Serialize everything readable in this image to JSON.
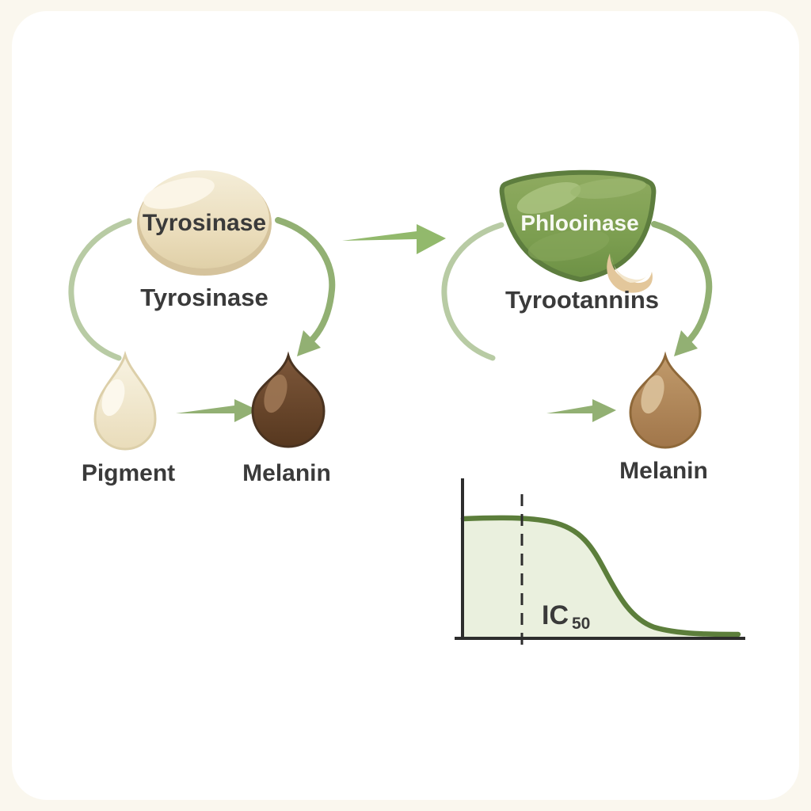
{
  "left_panel": {
    "enzyme_label": "Tyrosinase",
    "pathway_label": "Tyrosinase",
    "substrate_label": "Pigment",
    "product_label": "Melanin"
  },
  "right_panel": {
    "inhibitor_label": "Phlooinase",
    "pathway_label": "Tyrootannins",
    "product_label": "Melanin"
  },
  "graph": {
    "type": "line",
    "curve_shape": "decreasing-sigmoid",
    "annotation": "IC",
    "annotation_subscript": "50",
    "axes_labeled": false,
    "dashed_marker": "vertical line at IC50"
  },
  "colors": {
    "background": "#faf7ee",
    "card": "#ffffff",
    "text": "#3a3a3a",
    "enzyme_oval": "#ece1c4",
    "enzyme_oval_rim": "#d5c39c",
    "pigment_drop": "#f1e9d2",
    "melanin_drop_dark": "#6e4b2f",
    "melanin_drop_tan": "#b68b5c",
    "inhibitor_blob": "#7fa153",
    "inhibitor_blob_rim": "#5d7d3e",
    "clove": "#e3c79b",
    "arrow_light": "#b8cba4",
    "arrow_dark": "#92b073",
    "arrow_mid": "#92b96c",
    "curve": "#5c7e3b",
    "curve_fill": "#eaf0de",
    "axis": "#2d2d2d"
  }
}
